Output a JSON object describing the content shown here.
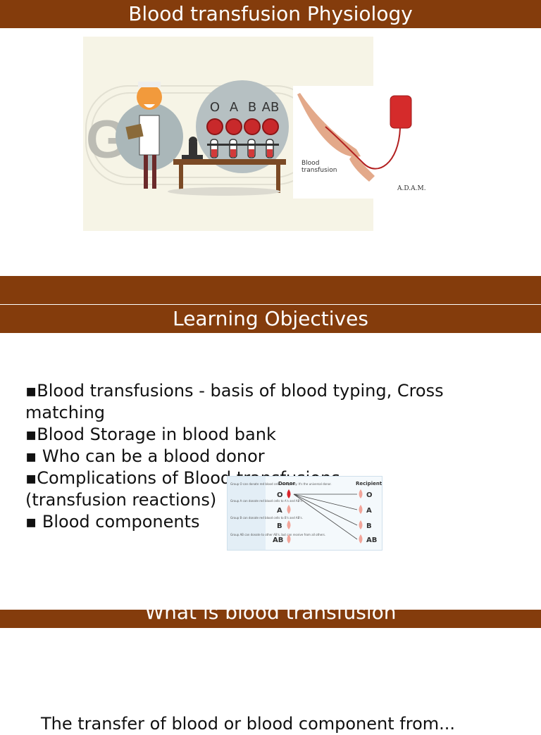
{
  "slides": [
    {
      "title": "Blood transfusion Physiology"
    },
    {
      "title": ""
    },
    {
      "title": "Learning Objectives"
    },
    {
      "title": "What is blood transfusion"
    }
  ],
  "hero_image": {
    "abo_labels": [
      "O",
      "A",
      "B",
      "AB"
    ],
    "logo_letter": "G"
  },
  "transfusion_image": {
    "caption_line1": "Blood",
    "caption_line2": "transfusion",
    "credit": "A.D.A.M."
  },
  "objectives": [
    "▪Blood transfusions  - basis of blood typing, Cross matching",
    "▪Blood Storage in blood bank",
    "▪ Who can be a blood donor",
    "▪Complications of Blood transfusions",
    "(transfusion reactions)",
    "▪ Blood components"
  ],
  "compat_chart": {
    "donor_header": "Donor",
    "recipient_header": "Recipient",
    "donor_types": [
      "O",
      "A",
      "B",
      "AB"
    ],
    "recipient_types": [
      "O",
      "A",
      "B",
      "AB"
    ],
    "notes": [
      "Group O can donate red blood cells to anybody. It's the universal donor.",
      "Group A can donate red blood cells to A's and AB's.",
      "Group B can donate red blood cells to B's and AB's.",
      "Group AB can donate to other AB's, but can receive from all others."
    ],
    "colors": {
      "panel": "#e3eef6",
      "drop_strong": "#d9242b",
      "drop_light": "#f2a59a"
    }
  },
  "bottom_text": "The transfer of blood or blood component from...",
  "colors": {
    "band": "#843c0c"
  }
}
